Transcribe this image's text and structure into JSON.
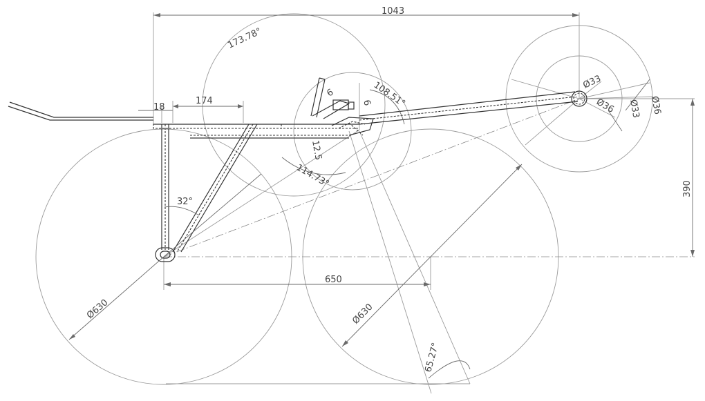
{
  "drawing": {
    "dim_overall_length": "1043",
    "dim_bb_offset": "18",
    "dim_174": "174",
    "dim_650": "650",
    "dim_390": "390",
    "dim_rear_wheel_dia": "Ø630",
    "dim_front_wheel_dia": "Ø630",
    "dim_boom_dia": "Ø33",
    "dim_ring_dia_1": "Ø36",
    "dim_ring_dia_2": "Ø33",
    "dim_ring_dia_3": "Ø36",
    "dim_seat_angle": "173.78°",
    "dim_head_angle": "108.51°",
    "dim_114": "114.73°",
    "dim_32": "32°",
    "dim_65": "65.27°",
    "dim_tube_6a": "6",
    "dim_tube_6b": "6",
    "dim_12_5": "12.5"
  }
}
